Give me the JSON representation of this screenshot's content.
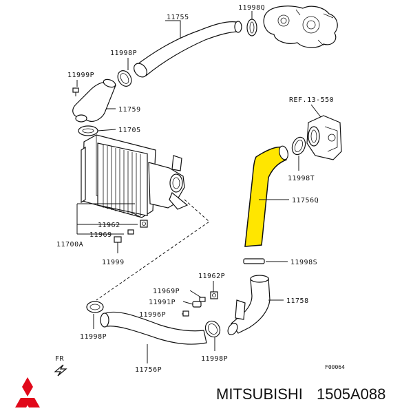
{
  "labels": {
    "p11755": "11755",
    "p11998q": "11998Q",
    "p11998p_top": "11998P",
    "p11999p": "11999P",
    "p11759": "11759",
    "p11705": "11705",
    "ref": "REF.13-550",
    "p11998t": "11998T",
    "p11756q": "11756Q",
    "p11962": "11962",
    "p11969": "11969",
    "p11700a": "11700A",
    "p11999": "11999",
    "p11998s": "11998S",
    "p11969p": "11969P",
    "p11962p": "11962P",
    "p11991p": "11991P",
    "p11758": "11758",
    "p11996p": "11996P",
    "p11998p_bl": "11998P",
    "p11998p_br": "11998P",
    "p11756p": "11756P",
    "fr": "FR",
    "figure_code": "F00064"
  },
  "brand": {
    "name": "MITSUBISHI",
    "part_number": "1505A088",
    "logo_color": "#e1081a"
  },
  "highlight": {
    "part": "11756Q",
    "color": "#ffe600"
  }
}
